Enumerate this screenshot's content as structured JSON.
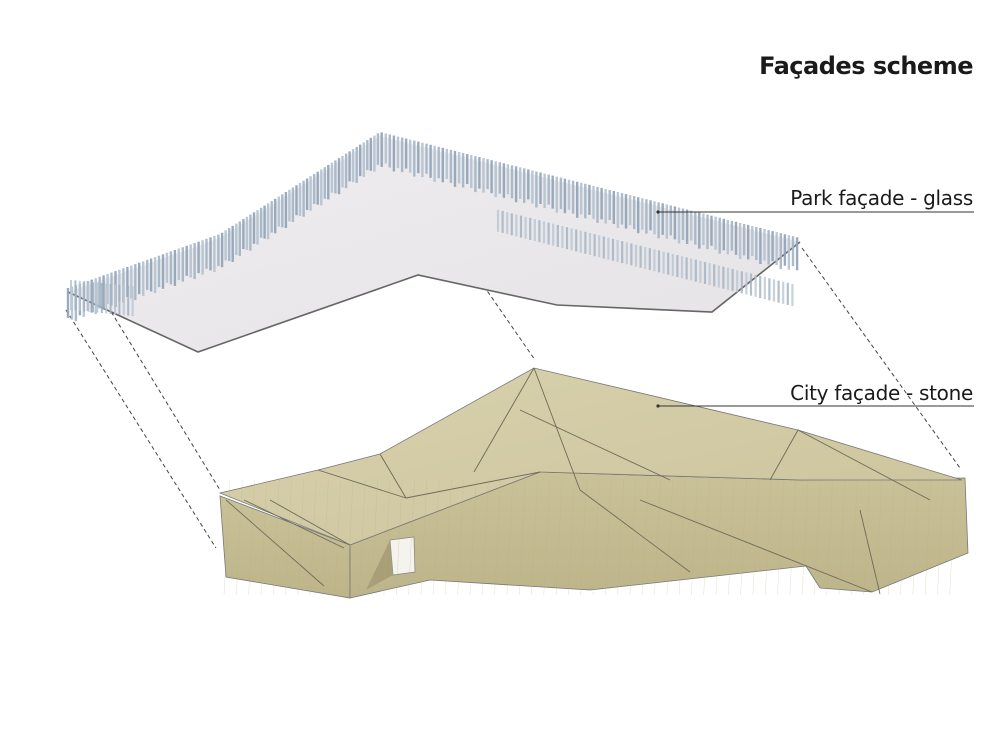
{
  "title": "Façades scheme",
  "labels": {
    "park": "Park façade - glass",
    "city": "City façade - stone"
  },
  "colors": {
    "background": "#ffffff",
    "glass_fins": "#9fb0c0",
    "roof_plane": "#ece9ec",
    "stone": "#cfc8a0",
    "stone_dark": "#b9b08a",
    "edge": "#555555"
  }
}
